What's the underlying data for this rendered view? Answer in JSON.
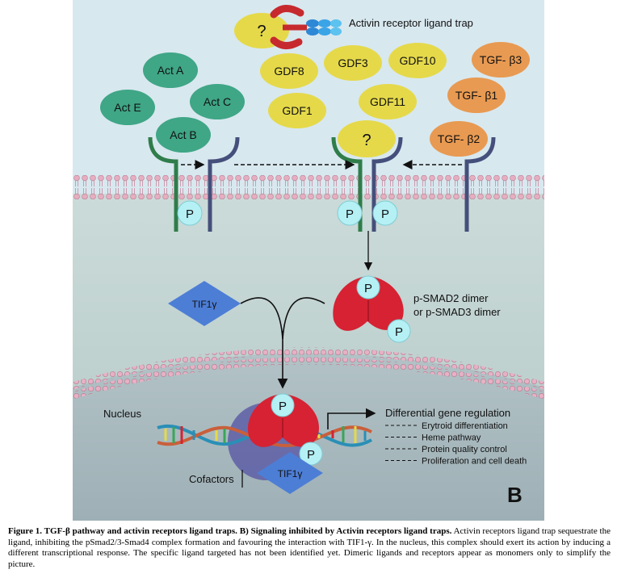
{
  "trap": {
    "label": "Activin receptor ligand trap",
    "question": "?"
  },
  "activin_ligands": [
    "Act A",
    "Act E",
    "Act C",
    "Act B"
  ],
  "gdf_ligands": [
    "GDF8",
    "GDF3",
    "GDF10",
    "GDF1",
    "GDF11"
  ],
  "tgf_ligands": [
    "TGF- β3",
    "TGF- β1",
    "TGF- β2"
  ],
  "bound_ligand": "?",
  "phospho": "P",
  "tif": "TIF1γ",
  "smad_label": [
    "p-SMAD2 dimer",
    "or p-SMAD3 dimer"
  ],
  "nucleus": "Nucleus",
  "cofactors": "Cofactors",
  "gene_regulation": {
    "title": "Differential gene regulation",
    "items": [
      "Erytroid differentiation",
      "Heme pathway",
      "Protein quality control",
      "Proliferation and cell death"
    ]
  },
  "panel_letter": "B",
  "caption": {
    "bold": "Figure 1. TGF-β pathway and activin receptors ligand traps. B) Signaling inhibited by Activin receptors ligand traps.",
    "text": " Activin receptors ligand trap sequestrate the ligand, inhibiting the pSmad2/3-Smad4 complex formation and favouring the interaction with TIF1-γ. In the nucleus, this complex should exert its action by inducing a different transcriptional response. The specific ligand targeted has not been identified yet. Dimeric ligands and receptors appear as monomers only to simplify the picture."
  },
  "colors": {
    "activin": "#3fa686",
    "gdf": "#e5d94a",
    "tgf": "#e89a52",
    "receptor_green": "#2f7d4a",
    "receptor_blue": "#454f7b",
    "phospho": "#b5f0f5",
    "smad": "#d62233",
    "tif": "#4d7ed6"
  }
}
